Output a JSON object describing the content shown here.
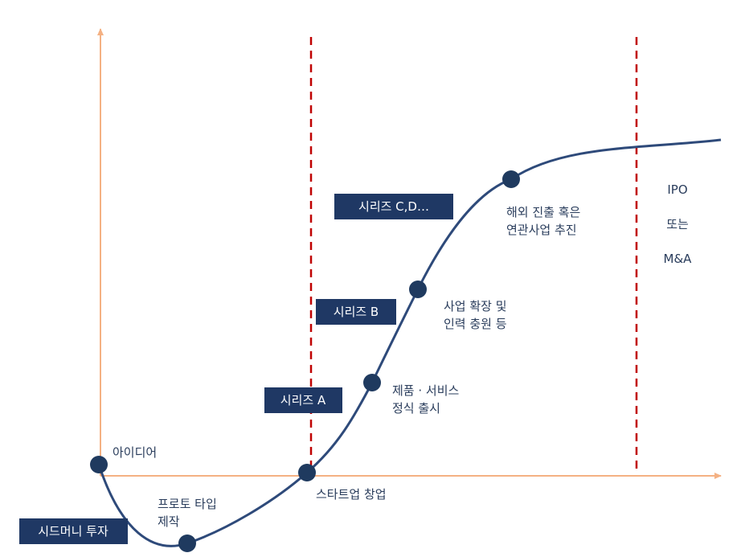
{
  "colors": {
    "axis": "#f4b183",
    "divider": "#c00000",
    "curve": "#2e4a7a",
    "dot": "#1f3a5f",
    "box": "#1f3864",
    "box_text": "#ffffff",
    "label_text": "#2a3d5c"
  },
  "series_boxes": {
    "seed": "시드머니 투자",
    "a": "시리즈 A",
    "b": "시리즈 B",
    "cd": "시리즈 C,D…"
  },
  "milestones": {
    "idea": "아이디어",
    "prototype": [
      "프로토 타입",
      "제작"
    ],
    "startup": "스타트업 창업",
    "launch": [
      "제품 · 서비스",
      "정식 출시"
    ],
    "expand": [
      "사업 확장 및",
      "인력 충원 등"
    ],
    "overseas": [
      "해외 진출 혹은",
      "연관사업 추진"
    ]
  },
  "exit": {
    "line1": "IPO",
    "line2": "또는",
    "line3": "M&A"
  }
}
